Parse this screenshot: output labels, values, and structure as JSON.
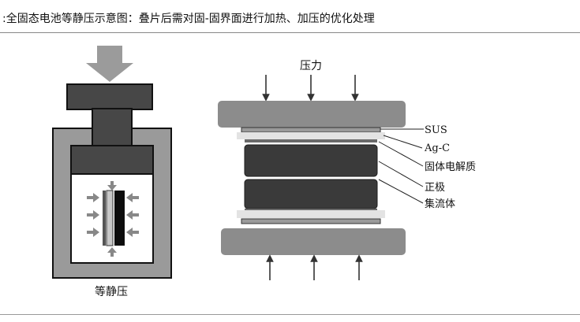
{
  "caption": ":全固态电池等静压示意图：叠片后需对固-固界面进行加热、加压的优化处理",
  "isostatic_label": "等静压",
  "pressure_label": "压力",
  "layers": [
    "SUS",
    "Ag-C",
    "固体电解质",
    "正极",
    "集流体"
  ],
  "source_text": "",
  "colors": {
    "press_dark": "#474747",
    "vessel_gray": "#9a9a9a",
    "plate_gray": "#8c8c8c",
    "cell_dark": "#3a3a3a",
    "foil_light": "#e3e3e3",
    "arrow_gray": "#888888"
  }
}
